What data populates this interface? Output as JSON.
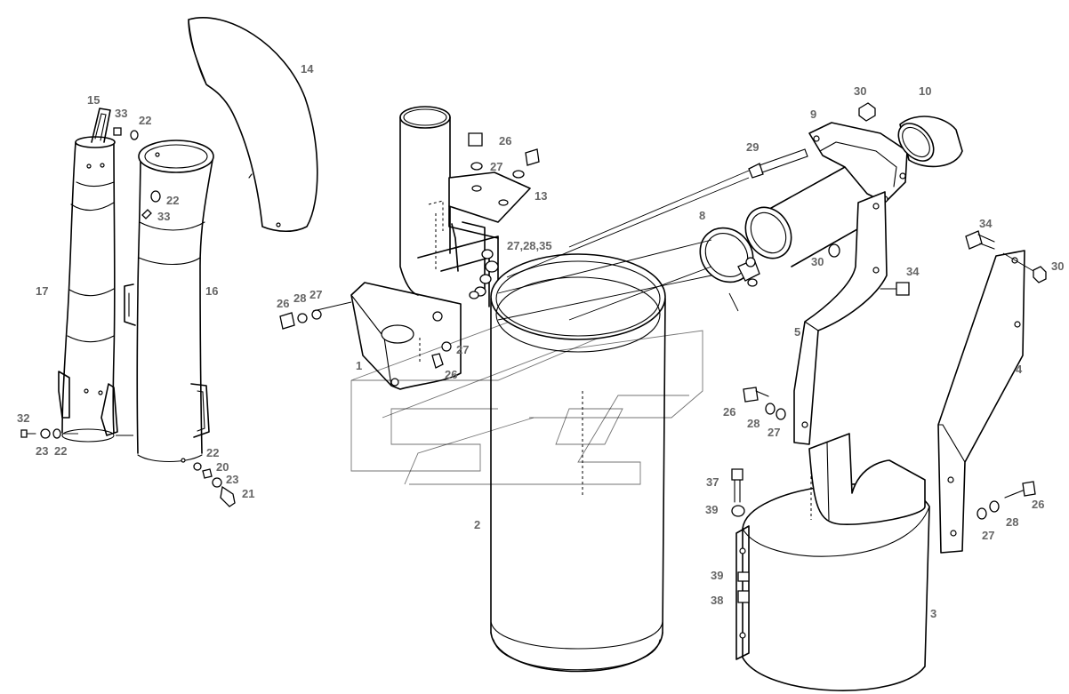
{
  "callouts": {
    "c1": "1",
    "c2": "2",
    "c3": "3",
    "c4": "4",
    "c5": "5",
    "c8": "8",
    "c9": "9",
    "c10": "10",
    "c13": "13",
    "c14": "14",
    "c15": "15",
    "c16": "16",
    "c17": "17",
    "c20": "20",
    "c21": "21",
    "c22a": "22",
    "c22b": "22",
    "c22c": "22",
    "c22d": "22",
    "c23a": "23",
    "c23b": "23",
    "c26a": "26",
    "c26b": "26",
    "c26c": "26",
    "c26d": "26",
    "c26e": "26",
    "c27a": "27",
    "c27b": "27",
    "c27c": "27",
    "c27d": "27",
    "c27e": "27",
    "c27_28_35": "27,28,35",
    "c28a": "28",
    "c28b": "28",
    "c28c": "28",
    "c29": "29",
    "c30a": "30",
    "c30b": "30",
    "c30c": "30",
    "c32": "32",
    "c33a": "33",
    "c33b": "33",
    "c34a": "34",
    "c34b": "34",
    "c37": "37",
    "c38": "38",
    "c39a": "39",
    "c39b": "39"
  },
  "colors": {
    "line": "#000000",
    "callout_text": "#666666",
    "background": "#ffffff"
  }
}
